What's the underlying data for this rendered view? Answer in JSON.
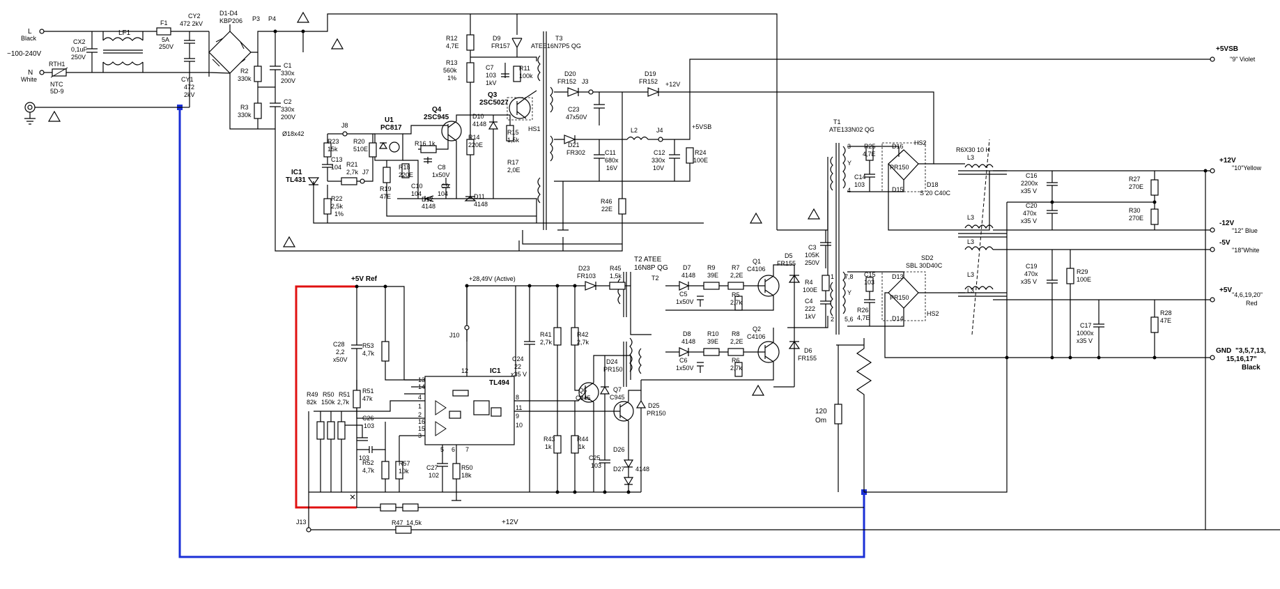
{
  "title": "",
  "colors": {
    "wire": "#000000",
    "highlight_blue": "#1a2fd6",
    "highlight_red": "#e01010",
    "background": "#ffffff"
  },
  "input": {
    "L": "L",
    "L_color": "Black",
    "voltage": "~100-240V",
    "N": "N",
    "N_color": "White",
    "rth1": "RTH1",
    "ntc": "NTC",
    "ntc_val": "5D-9",
    "cx2": "CX2",
    "cx2_val1": "0,1uF",
    "cx2_val2": "250V",
    "lf1": "LF1",
    "f1": "F1",
    "f1_val1": "5A",
    "f1_val2": "250V",
    "cy2": "CY2",
    "cy2_val": "472 2kV",
    "cy1": "CY1",
    "cy1_val1": "472",
    "cy1_val2": "2kV",
    "bridge": "D1-D4",
    "bridge_val": "KBP206",
    "p3": "P3",
    "p4": "P4",
    "c1": "C1",
    "c1_val1": "330x",
    "c1_val2": "200V",
    "c2": "C2",
    "c2_val1": "330x",
    "c2_val2": "200V",
    "r2": "R2",
    "r2_val": "330k",
    "r3": "R3",
    "r3_val": "330k",
    "dia": "Ø18x42"
  },
  "standby": {
    "r12": "R12",
    "r12_val": "4,7E",
    "d9": "D9",
    "d9_val": "FR157",
    "t3": "T3",
    "t3_val": "ATEE16N7P5 QG",
    "r13": "R13",
    "r13_val1": "560k",
    "r13_val2": "1%",
    "c7": "C7",
    "c7_val1": "103",
    "c7_val2": "1kV",
    "r11": "R11",
    "r11_val": "100k",
    "q3": "Q3",
    "q3_val": "2SC5027",
    "hs1": "HS1",
    "d20": "D20",
    "d20_val": "FR152",
    "j3": "J3",
    "d19": "D19",
    "d19_val": "FR152",
    "v12": "+12V",
    "c23": "C23",
    "c23_val": "47x50V",
    "q4": "Q4",
    "q4_val": "2SC945",
    "u1": "U1",
    "u1_val": "PC817",
    "d10": "D10",
    "d10_val": "4148",
    "r15": "R15",
    "r15_val": "1,5k",
    "r14": "R14",
    "r14_val": "220E",
    "j8": "J8",
    "r23": "R23",
    "r23_val": "15k",
    "r20": "R20",
    "r20_val": "510E",
    "r16": "R16",
    "r16_val": "1k",
    "c8": "C8",
    "c8_val": "1x50V",
    "r18": "R18",
    "r18_val": "220E",
    "r17": "R17",
    "r17_val": "2,0E",
    "c13": "C13",
    "c13_val": "104",
    "ic1": "IC1",
    "ic1_val": "TL431",
    "r21": "R21",
    "r21_val": "2,7k",
    "j7": "J7",
    "r19": "R19",
    "r19_val": "47E",
    "c10": "C10",
    "c10_val": "104",
    "c9": "C9",
    "c9_val": "104",
    "d12": "D12",
    "d12_val": "4148",
    "d11": "D11",
    "d11_val": "4148",
    "r22": "R22",
    "r22_val1": "2,5k",
    "r22_val2": "1%",
    "d21": "D21",
    "d21_val": "FR302",
    "l2": "L2",
    "j4": "J4",
    "v5vsb": "+5VSB",
    "c11": "C11",
    "c11_val1": "680x",
    "c11_val2": "16V",
    "c12": "C12",
    "c12_val1": "330x",
    "c12_val2": "10V",
    "r24": "R24",
    "r24_val": "100E",
    "r46": "R46",
    "r46_val": "22E"
  },
  "main": {
    "t1": "T1",
    "t1_val": "ATE133N02 QG",
    "r25": "R25",
    "r25_val": "4,7E",
    "c14": "C14",
    "c14_val": "103",
    "d16": "D16",
    "d15": "D15",
    "pr150": "PR150",
    "hs2": "HS2",
    "d18": "D18",
    "d18_val": "S 20 C40C",
    "r6x30": "R6X30 10 H",
    "l3": "L3",
    "c16": "C16",
    "c16_val1": "2200x",
    "c16_val2": "x35 V",
    "c20": "C20",
    "c20_val1": "470x",
    "c20_val2": "x35 V",
    "r27": "R27",
    "r27_val": "270E",
    "r30": "R30",
    "r30_val": "270E",
    "c3": "C3",
    "c3_val1": "105K",
    "c3_val2": "250V",
    "r4": "R4",
    "r4_val": "100E",
    "c4": "C4",
    "c4_val1": "222",
    "c4_val2": "1kV",
    "d5": "D5",
    "d5_val": "FR155",
    "d6": "D6",
    "d6_val": "FR155",
    "sd2": "SD2",
    "sd2_val": "SBL 30D40C",
    "c15": "C15",
    "c15_val": "103",
    "d13": "D13",
    "d14": "D14",
    "r26": "R26",
    "r26_val": "4,7E",
    "c19": "C19",
    "c19_val1": "470x",
    "c19_val2": "x35 V",
    "r29": "R29",
    "r29_val": "100E",
    "c17": "C17",
    "c17_val1": "1000x",
    "c17_val2": "x35 V",
    "r28": "R28",
    "r28_val": "47E",
    "rload": "120",
    "rload_unit": "Om",
    "pin_78": "7,8",
    "pin_y": "Y",
    "pin_56": "5,6",
    "pin_3": "3",
    "pin_4": "4",
    "pin_1": "1",
    "pin_2": "2"
  },
  "outputs": {
    "vsb": "+5VSB",
    "vsb_pin": "\"9\" Violet",
    "v12": "+12V",
    "v12_pin": "\"10\"Yellow",
    "vm12": "-12V",
    "vm12_pin": "\"12\" Blue",
    "vm5": "-5V",
    "vm5_pin": "\"18\"White",
    "v5": "+5V",
    "v5_pin1": "\"4,6,19,20\"",
    "v5_pin2": "Red",
    "gnd": "GND",
    "gnd_pin1": "\"3,5,7,13,",
    "gnd_pin2": "15,16,17\"",
    "gnd_pin3": "Black"
  },
  "driver": {
    "t2": "T2 ATEE",
    "t2_val": "16N8P QG",
    "t2_lbl": "T2",
    "d7": "D7",
    "d7_val": "4148",
    "r9": "R9",
    "r9_val": "39E",
    "r7": "R7",
    "r7_val": "2,2E",
    "q1": "Q1",
    "q1_val": "C4106",
    "c5": "C5",
    "c5_val": "1x50V",
    "r5": "R5",
    "r5_val": "2,7k",
    "d8": "D8",
    "d8_val": "4148",
    "r10": "R10",
    "r10_val": "39E",
    "r8": "R8",
    "r8_val": "2,2E",
    "q2": "Q2",
    "q2_val": "C4106",
    "c6": "C6",
    "c6_val": "1x50V",
    "r6": "R6",
    "r6_val": "2,7k"
  },
  "pwm": {
    "ref": "+5V Ref",
    "active": "+28,49V (Active)",
    "j10": "J10",
    "d23": "D23",
    "d23_val": "FR103",
    "r45": "R45",
    "r45_val": "1,5k",
    "c28": "C28",
    "c28_val1": "2,2",
    "c28_val2": "x50V",
    "r53": "R53",
    "r53_val": "4,7k",
    "c24": "C24",
    "c24_val1": "22",
    "c24_val2": "x35 V",
    "r41": "R41",
    "r41_val": "2,7k",
    "r42": "R42",
    "r42_val": "2,7k",
    "ic1": "IC1",
    "ic1_val": "TL494",
    "d24": "D24",
    "d24_val": "PR150",
    "q6": "Q6",
    "q6_val": "C945",
    "q7": "Q7",
    "q7_val": "C945",
    "d25": "D25",
    "d25_val": "PR150",
    "r49": "R49",
    "r49_val": "82k",
    "r50": "R50",
    "r50_val": "150k",
    "r51": "R51",
    "r51_val": "2,7k",
    "r51b": "R51",
    "r51b_val": "47k",
    "c26": "C26",
    "c26_val": "103",
    "c26b_val": "103",
    "r52": "R52",
    "r52_val": "4,7k",
    "r57": "R57",
    "r57_val": "10k",
    "c27": "C27",
    "c27_val": "102",
    "r50b": "R50",
    "r50b_val": "18k",
    "r43": "R43",
    "r43_val": "1k",
    "r44": "R44",
    "r44_val": "1k",
    "c25": "C25",
    "c25_val": "103",
    "d26": "D26",
    "d27": "D27",
    "d27_val": "4148",
    "j13": "J13",
    "r47": "R47",
    "r47_val": "14,5k",
    "v12": "+12V",
    "pins": [
      "13",
      "14",
      "4",
      "1",
      "2",
      "16",
      "15",
      "3",
      "12",
      "5",
      "6",
      "7",
      "8",
      "11",
      "9",
      "10"
    ]
  }
}
